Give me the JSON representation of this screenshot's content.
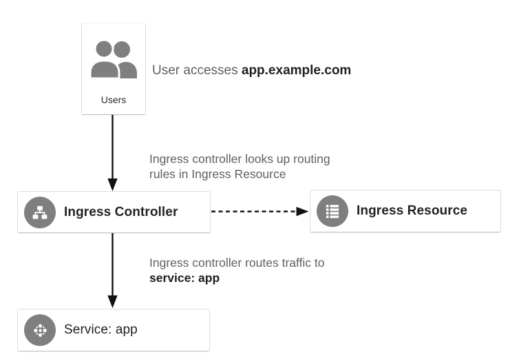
{
  "nodes": {
    "users": {
      "label": "Users"
    },
    "ingress_controller": {
      "label": "Ingress Controller"
    },
    "ingress_resource": {
      "label": "Ingress Resource"
    },
    "service_app": {
      "label": "Service: app"
    }
  },
  "annotations": {
    "user_access": {
      "text": "User accesses ",
      "emphasis": "app.example.com"
    },
    "lookup": {
      "line1": "Ingress controller looks up routing",
      "line2": "rules in Ingress Resource"
    },
    "route": {
      "text": "Ingress controller routes traffic to",
      "emphasis": "service: app"
    }
  },
  "icons": {
    "users": "two-people-icon",
    "ingress_controller": "sitemap-network-icon",
    "ingress_resource": "list-rows-icon",
    "service_app": "dots-cluster-icon"
  },
  "colors": {
    "icon_gray": "#7f7f7f",
    "box_border": "#dedede",
    "box_border_bottom": "#bfbfbf",
    "annotation_text": "#5f5f5f",
    "emphasis_text": "#1f1f1f",
    "arrow": "#111111"
  }
}
